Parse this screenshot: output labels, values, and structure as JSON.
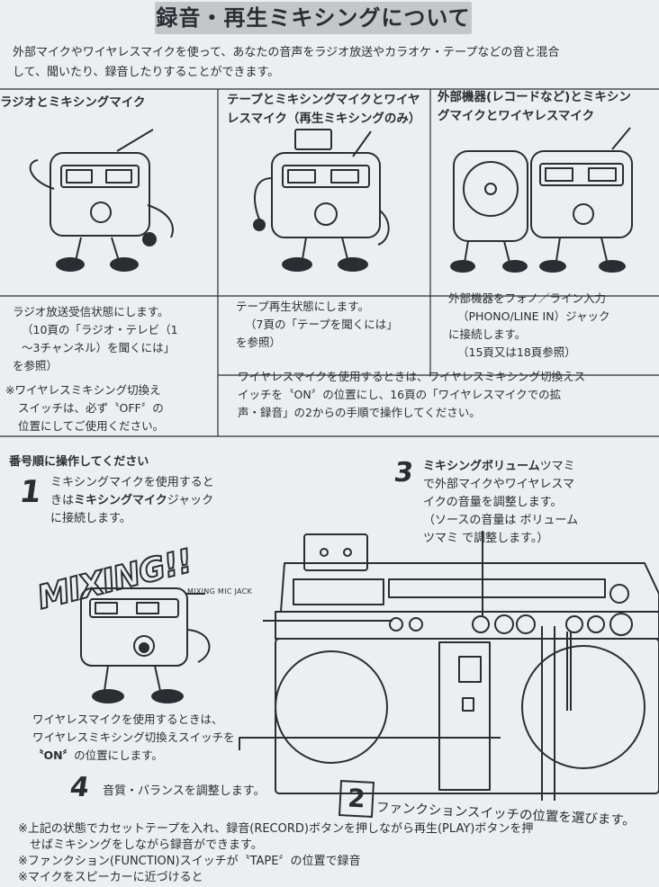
{
  "title": "録音・再生ミキシングについて",
  "intro": {
    "line1": "外部マイクやワイヤレスマイクを使って、あなたの音声をラジオ放送やカラオケ・テープなどの音と混合",
    "line2": "して、聞いたり、録音したりすることができます。"
  },
  "columns": [
    {
      "header": [
        "ラジオとミキシングマイク"
      ],
      "desc": [
        "ラジオ放送受信状態にします。",
        "（10頁の「ラジオ・テレビ（1",
        "～3チャンネル）を聞くには」",
        "を参照）"
      ],
      "note": [
        "※ワイヤレスミキシング切換え",
        "スイッチは、必ず〝OFF〞の",
        "位置にしてご使用ください。"
      ]
    },
    {
      "header": [
        "テープとミキシングマイクとワイヤ",
        "レスマイク（再生ミキシングのみ）"
      ],
      "desc": [
        "テープ再生状態にします。",
        "（7頁の「テープを聞くには」",
        "を参照）"
      ]
    },
    {
      "header": [
        "外部機器(レコードなど)とミキシン",
        "グマイクとワイヤレスマイク"
      ],
      "desc": [
        "外部機器をフォノ／ライン入力",
        "（PHONO/LINE IN）ジャック",
        "に接続します。",
        "（15頁又は18頁参照）"
      ]
    }
  ],
  "wireless_box": [
    "ワイヤレスマイクを使用するときは、ワイヤレスミキシング切換えス",
    "イッチを〝ON〞の位置にし、16頁の「ワイヤレスマイクでの拡",
    "声・録音」の2からの手順で操作してください。"
  ],
  "steps_heading": "番号順に操作してください",
  "step1": {
    "number": "1",
    "line1": "ミキシングマイクを使用すると",
    "line2_pre": "きは",
    "line2_bold": "ミキシングマイク",
    "line2_post": "ジャック",
    "line3": "に接続します。"
  },
  "step3": {
    "number": "3",
    "line1_bold": "ミキシングボリューム",
    "line1_post": "ツマミ",
    "line2": "で外部マイクやワイヤレスマ",
    "line3": "イクの音量を調整します。",
    "line4": "（ソースの音量は ボリューム",
    "line5": "ツマミ で調整します。）"
  },
  "illustration": {
    "mixing_word": "MIXING!!",
    "mic_jack_label": "MIXING MIC JACK"
  },
  "wireless_note": {
    "line1": "ワイヤレスマイクを使用するときは、",
    "line2": "ワイヤレスミキシング切換えスイッチを",
    "line3_bold": "〝ON〞",
    "line3_post": "の位置にします。"
  },
  "step4": {
    "number": "4",
    "text": "音質・バランスを調整します。"
  },
  "step2": {
    "number": "2",
    "text": "ファンクションスイッチの位置を選びます。"
  },
  "footnotes": [
    "※上記の状態でカセットテープを入れ、録音(RECORD)ボタンを押しながら再生(PLAY)ボタンを押",
    "　せばミキシングをしながら録音ができます。",
    "※ファンクション(FUNCTION)スイッチが〝TAPE〞の位置で録音",
    "※マイクをスピーカーに近づけると"
  ],
  "colors": {
    "paper": "#eceef0",
    "ink": "#2b2d33",
    "title_band": "#c4c6ca"
  }
}
